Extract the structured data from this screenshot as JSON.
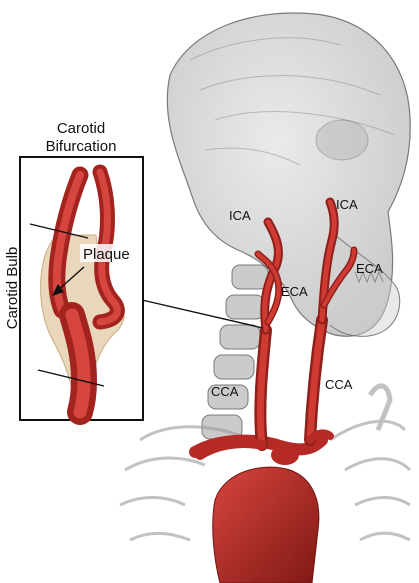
{
  "figure": {
    "inset_title_line1": "Carotid",
    "inset_title_line2": "Bifurcation",
    "side_label": "Carotid Bulb",
    "plaque_label": "Plaque",
    "labels": {
      "ica_left": "ICA",
      "ica_right": "ICA",
      "eca_left": "ECA",
      "eca_right": "ECA",
      "cca_left": "CCA",
      "cca_right": "CCA"
    },
    "colors": {
      "artery": "#c0312b",
      "artery_dark": "#8e1f1b",
      "bone": "#a9a9a9",
      "plaque": "#e2c9a4",
      "frame": "#111111"
    }
  }
}
